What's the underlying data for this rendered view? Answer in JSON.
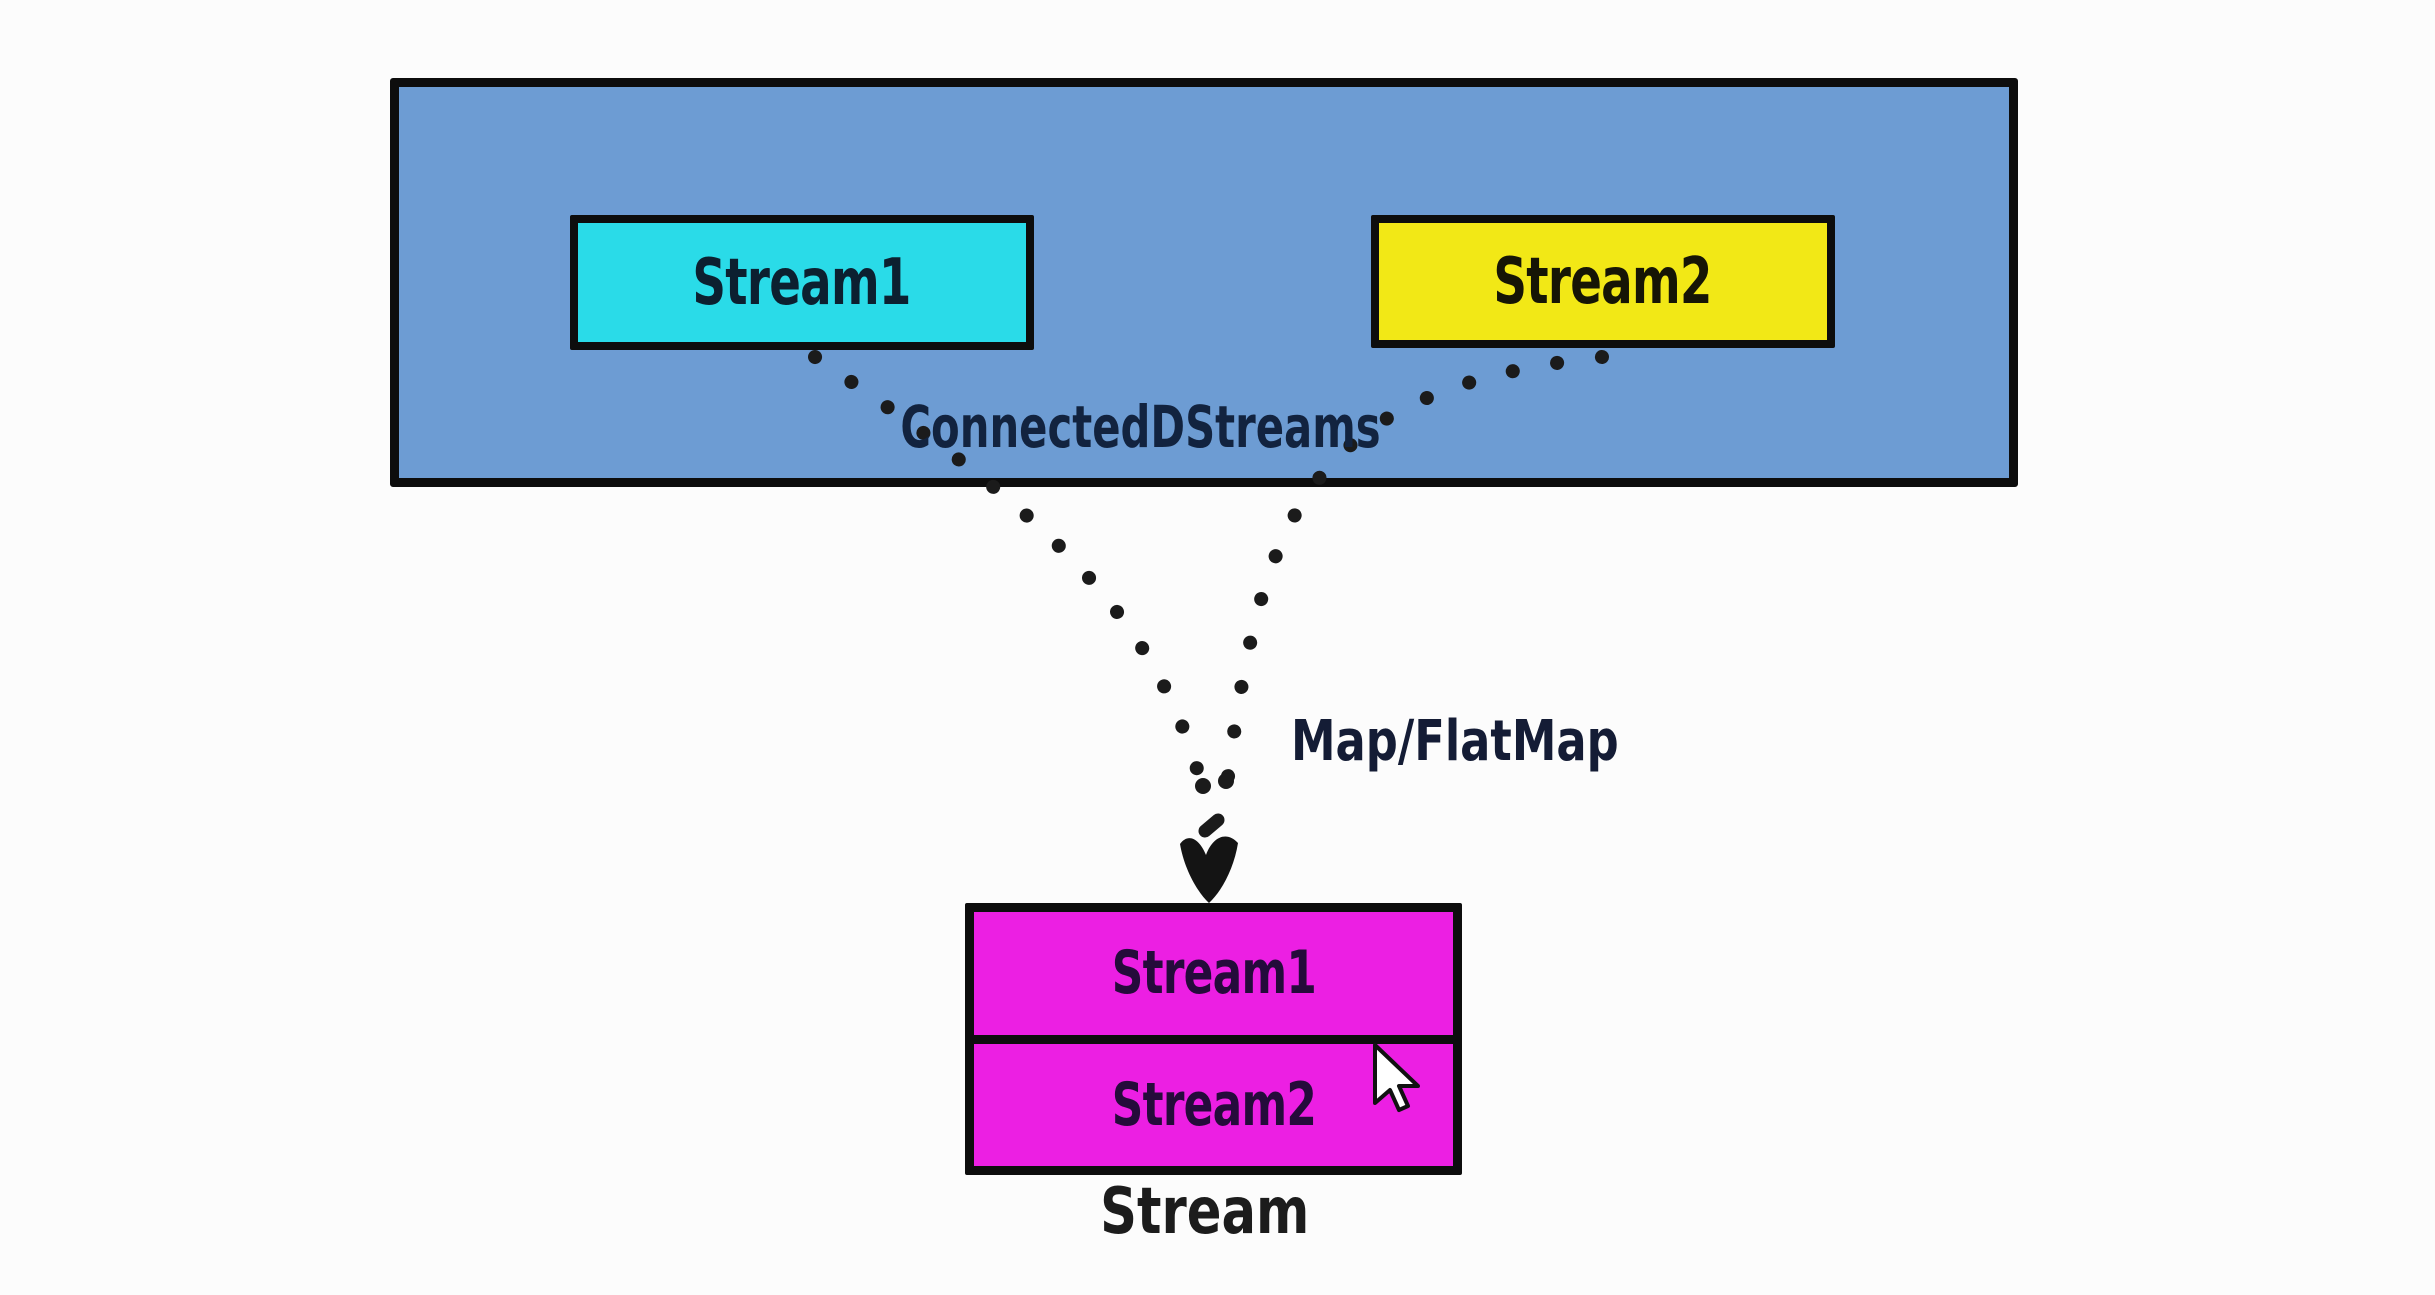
{
  "diagram": {
    "type": "stream-merge-flow",
    "background": "#fcfcfc",
    "container_box": {
      "fill": "#6d9cd3",
      "stroke": "#0d0d0d",
      "label": {
        "text": "ConnectedDStreams",
        "color": "#12233f"
      }
    },
    "source_boxes": [
      {
        "label": "Stream1",
        "fill": "#2adbe8",
        "text_color": "#0c2030"
      },
      {
        "label": "Stream2",
        "fill": "#f2e816",
        "text_color": "#161505"
      }
    ],
    "operator_label": {
      "text": "Map/FlatMap",
      "color": "#141c35"
    },
    "merged_box": {
      "fill": "#ec1fe3",
      "stroke": "#0d0d0d",
      "text_color": "#250b3b",
      "rows": [
        {
          "label": "Stream1"
        },
        {
          "label": "Stream2"
        }
      ]
    },
    "caption": {
      "text": "Stream",
      "color": "#1c1c1c"
    },
    "flow": {
      "style": "dotted",
      "dot_color": "#1b1b1b",
      "arrow_color": "#141414",
      "icons": [
        "dotted-flow-line-left",
        "dotted-flow-line-right",
        "arrowhead-down-icon"
      ]
    },
    "cursor": {
      "icon": "mouse-pointer-icon",
      "fill": "#ffffff",
      "outline": "#111111"
    }
  }
}
